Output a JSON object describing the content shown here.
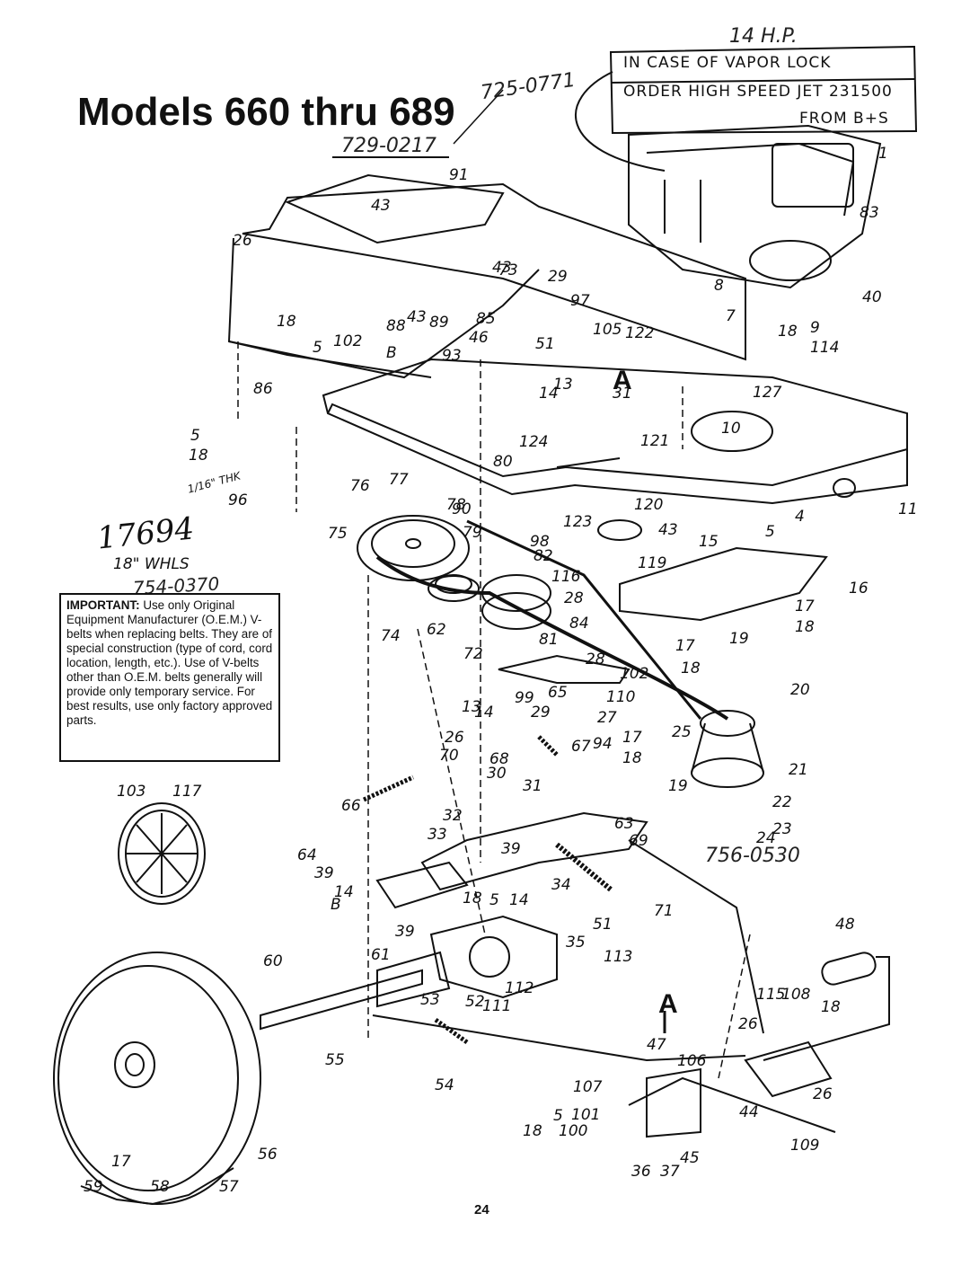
{
  "title": "Models 660 thru 689",
  "handwritten": {
    "hp": "14 H.P.",
    "part_top": "725-0771",
    "part_belt": "729-0217",
    "part_mid": "754-0370",
    "part_low": "756-0530",
    "wheel_number": "17694",
    "wheel_size": "18\" WHLS",
    "thickness": "1/16\" THK"
  },
  "vapor_note": {
    "line1": "IN CASE OF VAPOR LOCK",
    "line2": "ORDER HIGH SPEED JET 231500",
    "line3": "FROM B+S"
  },
  "important_note": {
    "label": "IMPORTANT:",
    "text": "Use only Original Equipment Manufacturer (O.E.M.) V-belts when replacing belts. They are of special construction (type of cord, cord location, length, etc.). Use of V-belts other than O.E.M. belts generally will provide only temporary service. For best results, use only factory approved parts."
  },
  "section_markers": [
    "A",
    "A",
    "B",
    "B"
  ],
  "page_number": "24",
  "callouts": [
    {
      "id": "c1",
      "text": "1"
    },
    {
      "id": "c4",
      "text": "4"
    },
    {
      "id": "c5a",
      "text": "5"
    },
    {
      "id": "c5b",
      "text": "5"
    },
    {
      "id": "c5c",
      "text": "5"
    },
    {
      "id": "c5d",
      "text": "5"
    },
    {
      "id": "c5e",
      "text": "5"
    },
    {
      "id": "c7",
      "text": "7"
    },
    {
      "id": "c8",
      "text": "8"
    },
    {
      "id": "c9",
      "text": "9"
    },
    {
      "id": "c10",
      "text": "10"
    },
    {
      "id": "c11",
      "text": "11"
    },
    {
      "id": "c13a",
      "text": "13"
    },
    {
      "id": "c13b",
      "text": "13"
    },
    {
      "id": "c14a",
      "text": "14"
    },
    {
      "id": "c14b",
      "text": "14"
    },
    {
      "id": "c14c",
      "text": "14"
    },
    {
      "id": "c14d",
      "text": "14"
    },
    {
      "id": "c15",
      "text": "15"
    },
    {
      "id": "c16",
      "text": "16"
    },
    {
      "id": "c17a",
      "text": "17"
    },
    {
      "id": "c17b",
      "text": "17"
    },
    {
      "id": "c17c",
      "text": "17"
    },
    {
      "id": "c17d",
      "text": "17"
    },
    {
      "id": "c18a",
      "text": "18"
    },
    {
      "id": "c18b",
      "text": "18"
    },
    {
      "id": "c18c",
      "text": "18"
    },
    {
      "id": "c18d",
      "text": "18"
    },
    {
      "id": "c18e",
      "text": "18"
    },
    {
      "id": "c18f",
      "text": "18"
    },
    {
      "id": "c18g",
      "text": "18"
    },
    {
      "id": "c18h",
      "text": "18"
    },
    {
      "id": "c18i",
      "text": "18"
    },
    {
      "id": "c19a",
      "text": "19"
    },
    {
      "id": "c19b",
      "text": "19"
    },
    {
      "id": "c20",
      "text": "20"
    },
    {
      "id": "c21",
      "text": "21"
    },
    {
      "id": "c22",
      "text": "22"
    },
    {
      "id": "c23",
      "text": "23"
    },
    {
      "id": "c24",
      "text": "24"
    },
    {
      "id": "c25",
      "text": "25"
    },
    {
      "id": "c26a",
      "text": "26"
    },
    {
      "id": "c26b",
      "text": "26"
    },
    {
      "id": "c26c",
      "text": "26"
    },
    {
      "id": "c26d",
      "text": "26"
    },
    {
      "id": "c27",
      "text": "27"
    },
    {
      "id": "c28a",
      "text": "28"
    },
    {
      "id": "c28b",
      "text": "28"
    },
    {
      "id": "c29a",
      "text": "29"
    },
    {
      "id": "c29b",
      "text": "29"
    },
    {
      "id": "c30",
      "text": "30"
    },
    {
      "id": "c31a",
      "text": "31"
    },
    {
      "id": "c31b",
      "text": "31"
    },
    {
      "id": "c32",
      "text": "32"
    },
    {
      "id": "c33",
      "text": "33"
    },
    {
      "id": "c34",
      "text": "34"
    },
    {
      "id": "c35",
      "text": "35"
    },
    {
      "id": "c36",
      "text": "36"
    },
    {
      "id": "c37",
      "text": "37"
    },
    {
      "id": "c39a",
      "text": "39"
    },
    {
      "id": "c39b",
      "text": "39"
    },
    {
      "id": "c39c",
      "text": "39"
    },
    {
      "id": "c40",
      "text": "40"
    },
    {
      "id": "c43a",
      "text": "43"
    },
    {
      "id": "c43b",
      "text": "43"
    },
    {
      "id": "c43c",
      "text": "43"
    },
    {
      "id": "c43d",
      "text": "43"
    },
    {
      "id": "c44",
      "text": "44"
    },
    {
      "id": "c45",
      "text": "45"
    },
    {
      "id": "c46",
      "text": "46"
    },
    {
      "id": "c47",
      "text": "47"
    },
    {
      "id": "c48",
      "text": "48"
    },
    {
      "id": "c51a",
      "text": "51"
    },
    {
      "id": "c51b",
      "text": "51"
    },
    {
      "id": "c52",
      "text": "52"
    },
    {
      "id": "c53",
      "text": "53"
    },
    {
      "id": "c54",
      "text": "54"
    },
    {
      "id": "c55",
      "text": "55"
    },
    {
      "id": "c56",
      "text": "56"
    },
    {
      "id": "c57",
      "text": "57"
    },
    {
      "id": "c58",
      "text": "58"
    },
    {
      "id": "c59",
      "text": "59"
    },
    {
      "id": "c60",
      "text": "60"
    },
    {
      "id": "c61",
      "text": "61"
    },
    {
      "id": "c62",
      "text": "62"
    },
    {
      "id": "c63",
      "text": "63"
    },
    {
      "id": "c64",
      "text": "64"
    },
    {
      "id": "c65",
      "text": "65"
    },
    {
      "id": "c66",
      "text": "66"
    },
    {
      "id": "c67",
      "text": "67"
    },
    {
      "id": "c68",
      "text": "68"
    },
    {
      "id": "c69",
      "text": "69"
    },
    {
      "id": "c70",
      "text": "70"
    },
    {
      "id": "c71",
      "text": "71"
    },
    {
      "id": "c72",
      "text": "72"
    },
    {
      "id": "c73",
      "text": "73"
    },
    {
      "id": "c74",
      "text": "74"
    },
    {
      "id": "c75",
      "text": "75"
    },
    {
      "id": "c76",
      "text": "76"
    },
    {
      "id": "c77",
      "text": "77"
    },
    {
      "id": "c78",
      "text": "78"
    },
    {
      "id": "c79",
      "text": "79"
    },
    {
      "id": "c80",
      "text": "80"
    },
    {
      "id": "c81",
      "text": "81"
    },
    {
      "id": "c82",
      "text": "82"
    },
    {
      "id": "c83",
      "text": "83"
    },
    {
      "id": "c84",
      "text": "84"
    },
    {
      "id": "c85",
      "text": "85"
    },
    {
      "id": "c86",
      "text": "86"
    },
    {
      "id": "c88",
      "text": "88"
    },
    {
      "id": "c89",
      "text": "89"
    },
    {
      "id": "c90",
      "text": "90"
    },
    {
      "id": "c91",
      "text": "91"
    },
    {
      "id": "c93",
      "text": "93"
    },
    {
      "id": "c94",
      "text": "94"
    },
    {
      "id": "c96",
      "text": "96"
    },
    {
      "id": "c97",
      "text": "97"
    },
    {
      "id": "c98",
      "text": "98"
    },
    {
      "id": "c99",
      "text": "99"
    },
    {
      "id": "c100",
      "text": "100"
    },
    {
      "id": "c101",
      "text": "101"
    },
    {
      "id": "c102a",
      "text": "102"
    },
    {
      "id": "c102b",
      "text": "102"
    },
    {
      "id": "c103",
      "text": "103"
    },
    {
      "id": "c105",
      "text": "105"
    },
    {
      "id": "c106",
      "text": "106"
    },
    {
      "id": "c107",
      "text": "107"
    },
    {
      "id": "c109",
      "text": "109"
    },
    {
      "id": "c110",
      "text": "110"
    },
    {
      "id": "c111",
      "text": "111"
    },
    {
      "id": "c112",
      "text": "112"
    },
    {
      "id": "c113",
      "text": "113"
    },
    {
      "id": "c114",
      "text": "114"
    },
    {
      "id": "c115",
      "text": "115"
    },
    {
      "id": "c108",
      "text": "108"
    },
    {
      "id": "c116",
      "text": "116"
    },
    {
      "id": "c117",
      "text": "117"
    },
    {
      "id": "c119",
      "text": "119"
    },
    {
      "id": "c120",
      "text": "120"
    },
    {
      "id": "c121",
      "text": "121"
    },
    {
      "id": "c122",
      "text": "122"
    },
    {
      "id": "c123",
      "text": "123"
    },
    {
      "id": "c124",
      "text": "124"
    },
    {
      "id": "c127",
      "text": "127"
    }
  ]
}
